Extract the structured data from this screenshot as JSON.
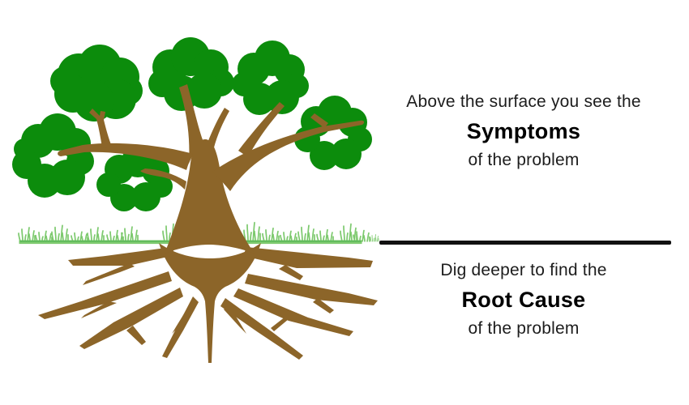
{
  "tree": {
    "label": "Tree with visible crown above ground and roots below ground",
    "colors": {
      "foliage": "#0c8c0c",
      "wood": "#8c6529",
      "grass_line": "#3aa845",
      "grass_blade": "#7cc96d"
    }
  },
  "surface_section": {
    "intro": "Above the surface you see the",
    "keyword": "Symptoms",
    "outro": "of the problem"
  },
  "divider": {
    "color": "#111111"
  },
  "root_section": {
    "intro": "Dig deeper to find the",
    "keyword": "Root Cause",
    "outro": "of the problem"
  }
}
